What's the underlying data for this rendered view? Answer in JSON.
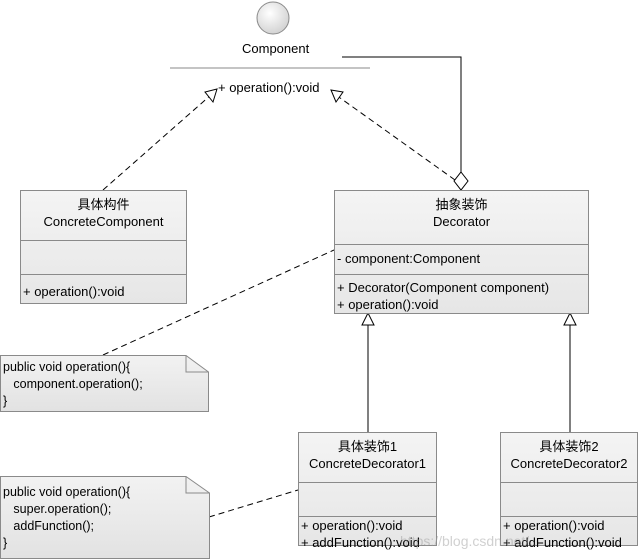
{
  "component": {
    "name": "Component",
    "operation": "+ operation():void"
  },
  "concrete_component": {
    "title_cn": "具体构件",
    "title_en": "ConcreteComponent",
    "operations": [
      "+ operation():void"
    ]
  },
  "decorator": {
    "title_cn": "抽象装饰",
    "title_en": "Decorator",
    "attributes": [
      "- component:Component"
    ],
    "operations": [
      "+ Decorator(Component component)",
      "+ operation():void"
    ]
  },
  "concrete_decorator1": {
    "title_cn": "具体装饰1",
    "title_en": "ConcreteDecorator1",
    "operations": [
      "+ operation():void",
      "+ addFunction():void"
    ]
  },
  "concrete_decorator2": {
    "title_cn": "具体装饰2",
    "title_en": "ConcreteDecorator2",
    "operations": [
      "+ operation():void",
      "+ addFunction():void"
    ]
  },
  "note_decorator": {
    "lines": [
      "public void operation(){",
      "   component.operation();",
      "}"
    ]
  },
  "note_concrete_decorator": {
    "lines": [
      "public void operation(){",
      "   super.operation();",
      "   addFunction();",
      "}"
    ]
  },
  "watermark": "https://blog.csdn.net/..."
}
